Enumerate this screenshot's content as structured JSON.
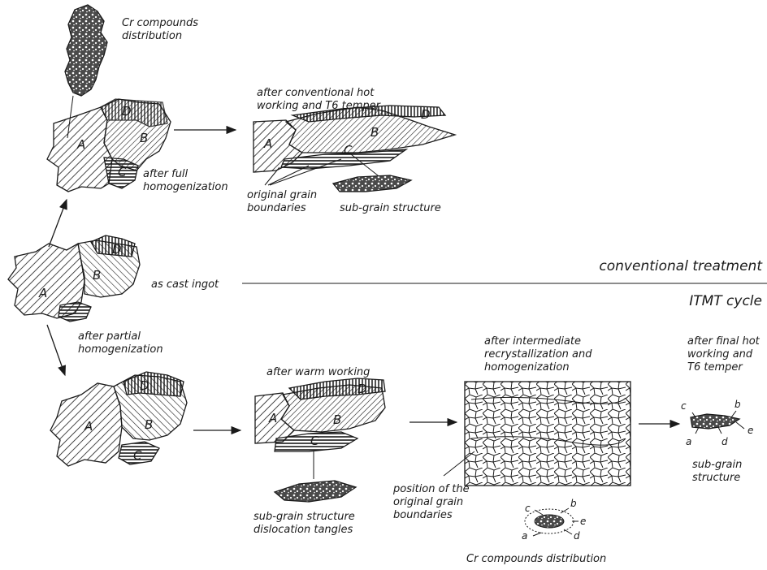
{
  "labels": {
    "cr_top": [
      "Cr compounds",
      "distribution"
    ],
    "full_homog": [
      "after full",
      "homogenization"
    ],
    "conv_hot": [
      "after conventional hot",
      "working and T6 temper"
    ],
    "orig_grain": [
      "original grain",
      "boundaries"
    ],
    "subgrain_top": "sub-grain structure",
    "as_cast": "as cast ingot",
    "conventional": "conventional treatment",
    "itmt": "ITMT cycle",
    "partial_homog": [
      "after partial",
      "homogenization"
    ],
    "warm": "after warm working",
    "interm": [
      "after intermediate",
      "recrystallization and",
      "homogenization"
    ],
    "final": [
      "after final hot",
      "working and",
      "T6 temper"
    ],
    "subgrain_bottom": [
      "sub-grain structure",
      "dislocation tangles"
    ],
    "position": [
      "position of the",
      "original grain",
      "boundaries"
    ],
    "cr_bottom": "Cr compounds  distribution",
    "subgrain_final": [
      "sub-grain",
      "structure"
    ]
  },
  "grain_letters": {
    "a": "A",
    "b": "B",
    "c": "C",
    "d": "D"
  },
  "small_letters": {
    "a": "a",
    "b": "b",
    "c": "c",
    "d": "d",
    "e": "e"
  }
}
